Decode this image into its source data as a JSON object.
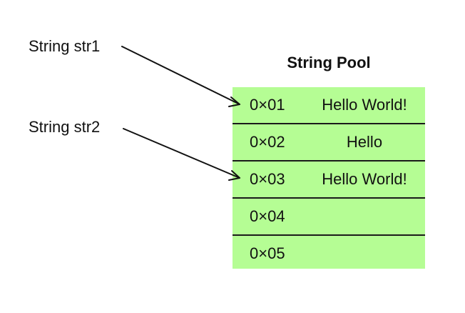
{
  "variables": [
    {
      "label": "String str1",
      "points_to_row": 0
    },
    {
      "label": "String str2",
      "points_to_row": 2
    }
  ],
  "pool": {
    "title": "String Pool",
    "fill_color": "#b5fd94",
    "rows": [
      {
        "address": "0×01",
        "value": "Hello World!"
      },
      {
        "address": "0×02",
        "value": "Hello"
      },
      {
        "address": "0×03",
        "value": "Hello World!"
      },
      {
        "address": "0×04",
        "value": ""
      },
      {
        "address": "0×05",
        "value": ""
      }
    ]
  }
}
